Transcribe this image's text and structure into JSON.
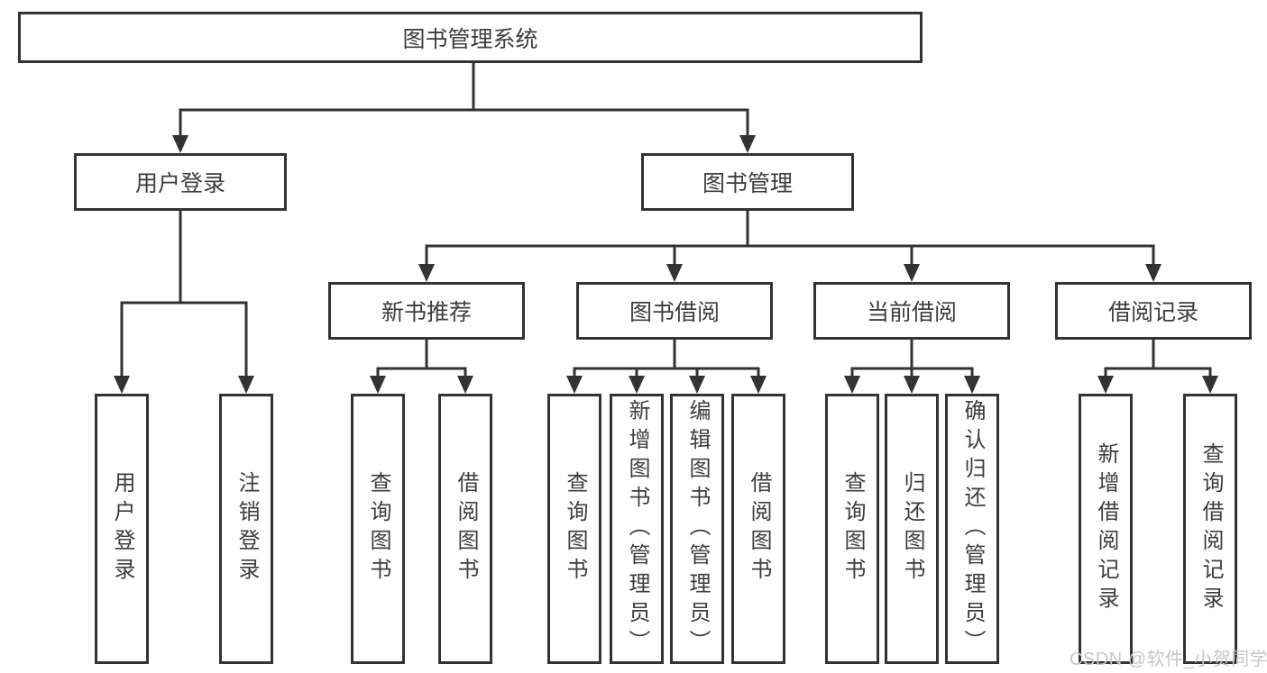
{
  "diagram": {
    "root": {
      "label": "图书管理系统"
    },
    "branches": [
      {
        "label": "用户登录",
        "children": [
          {
            "label": "用户登录"
          },
          {
            "label": "注销登录"
          }
        ]
      },
      {
        "label": "图书管理",
        "children": [
          {
            "label": "新书推荐",
            "children": [
              {
                "label": "查询图书"
              },
              {
                "label": "借阅图书"
              }
            ]
          },
          {
            "label": "图书借阅",
            "children": [
              {
                "label": "查询图书"
              },
              {
                "label": "新增图书（管理员）"
              },
              {
                "label": "编辑图书（管理员）"
              },
              {
                "label": "借阅图书"
              }
            ]
          },
          {
            "label": "当前借阅",
            "children": [
              {
                "label": "查询图书"
              },
              {
                "label": "归还图书"
              },
              {
                "label": "确认归还（管理员）"
              }
            ]
          },
          {
            "label": "借阅记录",
            "children": [
              {
                "label": "新增借阅记录"
              },
              {
                "label": "查询借阅记录"
              }
            ]
          }
        ]
      }
    ],
    "watermark": "CSDN @软件_小贺同学",
    "colors": {
      "line": "#333333",
      "text": "#3d3d3d",
      "watermark": "#c6c6c6",
      "background": "#ffffff"
    }
  }
}
